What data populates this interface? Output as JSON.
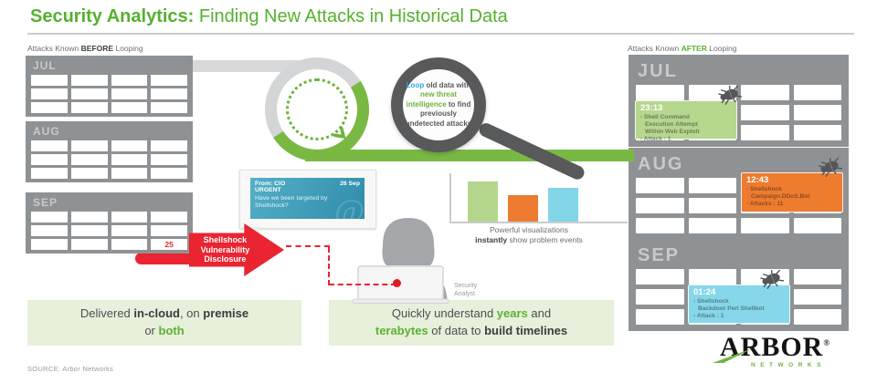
{
  "title": {
    "bold": "Security Analytics:",
    "rest": " Finding New Attacks in Historical Data"
  },
  "labels": {
    "before_prefix": "Attacks Known ",
    "before_em": "BEFORE",
    "before_suffix": " Looping",
    "after_prefix": "Attacks Known ",
    "after_em": "AFTER",
    "after_suffix": " Looping"
  },
  "calendars_before": {
    "months": [
      "JUL",
      "AUG",
      "SEP"
    ],
    "highlighted_day": "25"
  },
  "calendars_after": {
    "jul": {
      "name": "JUL",
      "event": {
        "time": "23:13",
        "lines": [
          "- Shell Command",
          "Execution Attempt",
          "Within Web Exploit",
          "- Attack : 1"
        ],
        "color": "#b5d78e"
      }
    },
    "aug": {
      "name": "AUG",
      "event": {
        "time": "12:43",
        "lines": [
          "- Shellshock",
          "Campaign.DDoS.Bot",
          "- Attacks : 11"
        ],
        "color": "#ee7c2f"
      }
    },
    "sep": {
      "name": "SEP",
      "event": {
        "time": "01:24",
        "lines": [
          "- Shellshock",
          "Backdoor Perl Shellbot",
          "- Attack : 1"
        ],
        "color": "#86d7e9"
      }
    }
  },
  "loop_note": {
    "part1": "Loop",
    "part2": " old data with ",
    "part3": "new threat intelligence",
    "part4": " to find previously undetected attacks"
  },
  "alert_arrow": {
    "line1": "Shellshock",
    "line2": "Vulnerability",
    "line3": "Disclosure"
  },
  "email": {
    "from": "From: CIO",
    "date": "26 Sep",
    "urgency": "URGENT",
    "body": "Have we been targeted by Shellshock?",
    "watermark": "@"
  },
  "analyst_label": {
    "line1": "Security",
    "line2": "Analyst"
  },
  "chart_data": {
    "type": "bar",
    "categories": [
      "green-events",
      "orange-events",
      "blue-events"
    ],
    "values": [
      44,
      29,
      37
    ],
    "unit": "relative height px (axes unlabeled)",
    "colors": [
      "#b4d68c",
      "#ed7b31",
      "#83d6e8"
    ],
    "title": "Powerful visualizations instantly show problem events",
    "caption_line1": "Powerful visualizations",
    "caption_bold": "instantly",
    "caption_rest": " show problem events",
    "xlabel": "",
    "ylabel": "",
    "legend": "none",
    "grid": false
  },
  "benefits": {
    "box1": {
      "t1": "Delivered ",
      "b1": "in-cloud",
      "t2": ", on ",
      "b2": "premise",
      "t3": "or ",
      "g1": "both"
    },
    "box2": {
      "t1": "Quickly understand ",
      "g1": "years",
      "t2": " and",
      "g2": "terabytes",
      "t3": " of data to ",
      "b1": "build timelines"
    }
  },
  "source": "SOURCE: Arbor Networks",
  "logo": {
    "word": "ARBOR",
    "reg": "®",
    "sub": "NETWORKS"
  },
  "colors": {
    "brand_green": "#55b12e",
    "band_green": "#79b943",
    "band_gray": "#d8d9da",
    "alert_red": "#ea2430",
    "magnifier_gray": "#58595b",
    "screen_teal": "#3f9cba",
    "highlight_pink": "#f69298",
    "benefit_box_bg": "#e7f0da"
  }
}
